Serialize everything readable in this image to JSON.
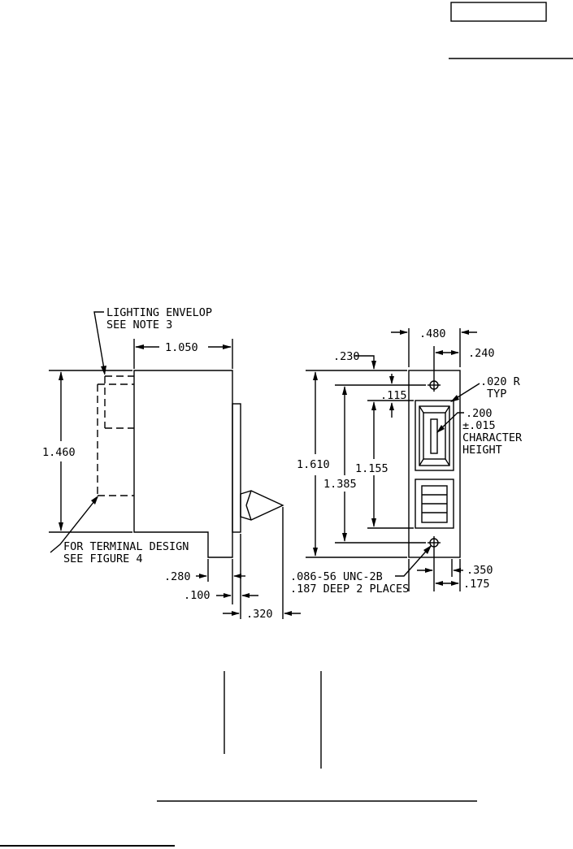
{
  "drawing": {
    "side_view": {
      "lighting_note": [
        "LIGHTING ENVELOP",
        "SEE NOTE 3"
      ],
      "terminal_note": [
        "FOR TERMINAL DESIGN",
        "SEE FIGURE 4"
      ],
      "dim_width": "1.050",
      "dim_height": "1.460",
      "dim_step": ".280",
      "dim_plate": ".100",
      "dim_lever": ".320"
    },
    "front_view": {
      "dim_width": ".480",
      "dim_half_width": ".240",
      "dim_top": ".230",
      "dim_hole": ".115",
      "dim_height": "1.610",
      "dim_holes_span": "1.385",
      "dim_window": "1.155",
      "radius_note": [
        ".020 R",
        "TYP"
      ],
      "char_note": [
        ".200",
        "±.015",
        "CHARACTER",
        "HEIGHT"
      ],
      "thread_note": [
        ".086-56 UNC-2B",
        ".187 DEEP 2 PLACES"
      ],
      "dim_350": ".350",
      "dim_175": ".175"
    }
  }
}
